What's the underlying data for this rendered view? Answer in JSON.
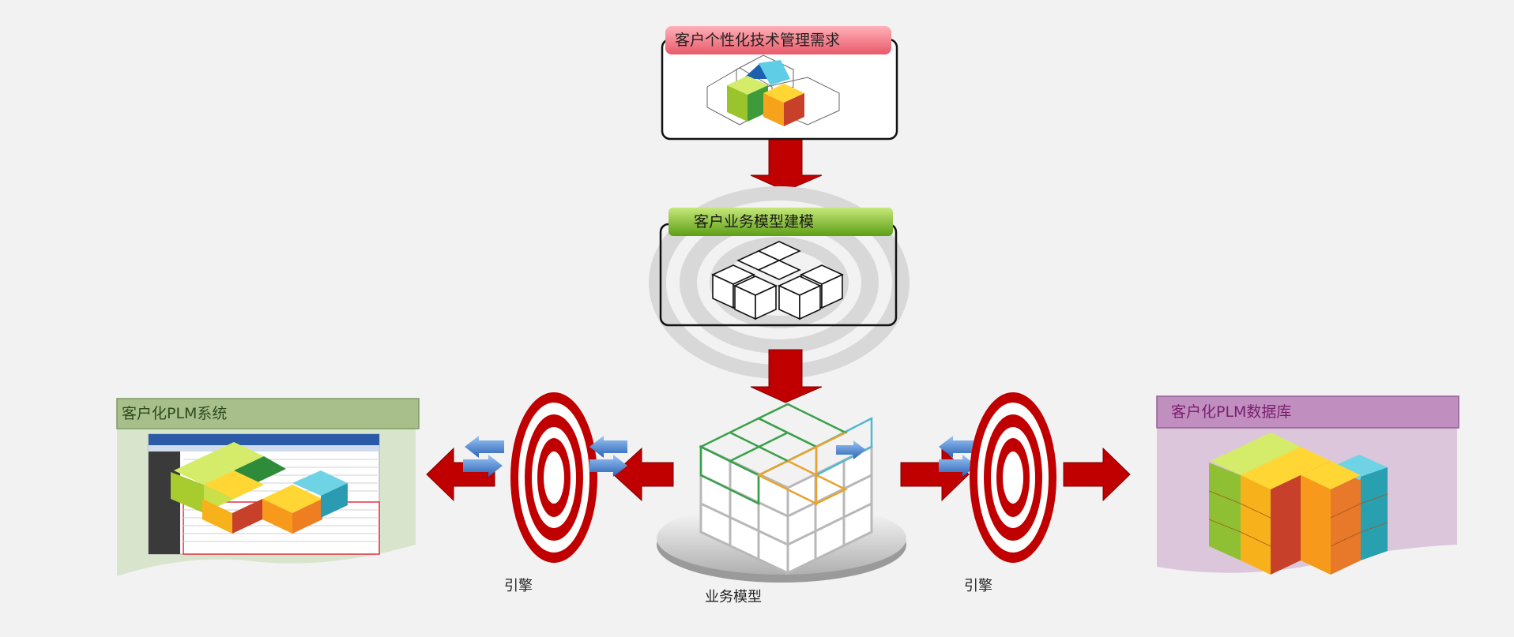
{
  "diagram": {
    "top_node": {
      "title": "客户个性化技术管理需求",
      "title_color": "#e85a6a"
    },
    "mid_node": {
      "title": "客户业务模型建模",
      "title_color": "#6aaa1e"
    },
    "left_panel": {
      "title": "客户化PLM系统",
      "title_color": "#2d4a1e",
      "header_color": "#a8bf8c"
    },
    "right_panel": {
      "title": "客户化PLM数据库",
      "title_color": "#7a1f6e",
      "header_color": "#c08fc0"
    },
    "center_label": "业务模型",
    "engine_left_label": "引擎",
    "engine_right_label": "引擎",
    "colors": {
      "arrow_red": "#c00000",
      "target_red": "#c00000",
      "swap_arrow_blue": "#3a7bd5",
      "cube_lime": "#b4d23c",
      "cube_yellow": "#f5c400",
      "cube_orange": "#ef7d22",
      "cube_green": "#43a047",
      "cube_cyan": "#4fc3d9",
      "cube_red": "#c7402a"
    }
  }
}
